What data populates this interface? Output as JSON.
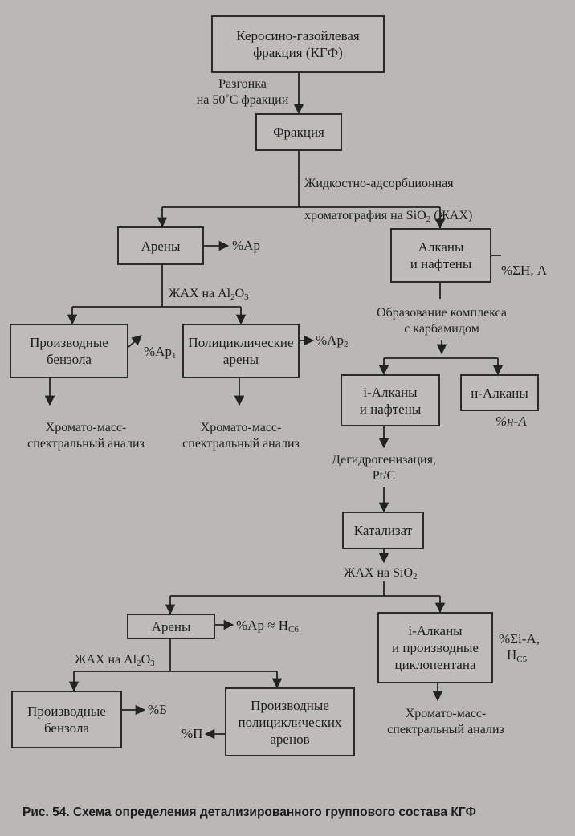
{
  "boxes": {
    "kgf": "Керосино-газойлевая\nфракция (КГФ)",
    "fraction": "Фракция",
    "arenes": "Арены",
    "alkanes_naphthenes": "Алканы\nи нафтены",
    "benzene_derivatives": "Производные\nбензола",
    "polycyclic_arenes": "Полициклические\nарены",
    "i_alkanes_naphthenes": "i-Алканы\nи нафтены",
    "n_alkanes": "н-Алканы",
    "catalyzate": "Катализат",
    "arenes2": "Арены",
    "i_alkanes_cyclopentane": "i-Алканы\nи производные\nциклопентана",
    "benzene_derivatives2": "Производные\nбензола",
    "polycyclic_arene_derivatives": "Производные\nполициклических\nаренов"
  },
  "labels": {
    "distillation": "Разгонка\nна 50˚С фракции",
    "lac_sio2_1": "Жидкостно-адсорбционная",
    "lac_sio2_2": "хроматография на SiO",
    "lac_sio2_3": " (ЖАХ)",
    "lac_al2o3_1_a": "ЖАХ на Al",
    "lac_al2o3_1_b": "O",
    "carbamide": "Образование комплекса\nс карбамидом",
    "dehydrogenation": "Дегидрогенизация,\nPt/C",
    "lac_sio2_b_a": "ЖАХ на SiO",
    "lac_al2o3_2_a": "ЖАХ на Al",
    "lac_al2o3_2_b": "O"
  },
  "subscripts": {
    "two": "2",
    "three": "3",
    "one": "1",
    "six": "6",
    "five": "5"
  },
  "outputs": {
    "pct_ar": "%Ар",
    "pct_sum_n_a": "%ΣН, А",
    "pct_ar1": "%Ар",
    "pct_ar2": "%Ар",
    "pct_n_a": "%н-А",
    "pct_ar_hc6_a": "%Ар ≈ H",
    "hc": "H",
    "pct_sum_i_a": "%Σi-А,",
    "pct_b": "%Б",
    "pct_p": "%П"
  },
  "analyses": {
    "chromato_mass_1": "Хромато-масс-\nспектральный анализ",
    "chromato_mass_2": "Хромато-масс-\nспектральный анализ",
    "chromato_mass_3": "Хромато-масс-\nспектральный анализ"
  },
  "caption": "Рис. 54. Схема определения детализированного группового состава КГФ"
}
